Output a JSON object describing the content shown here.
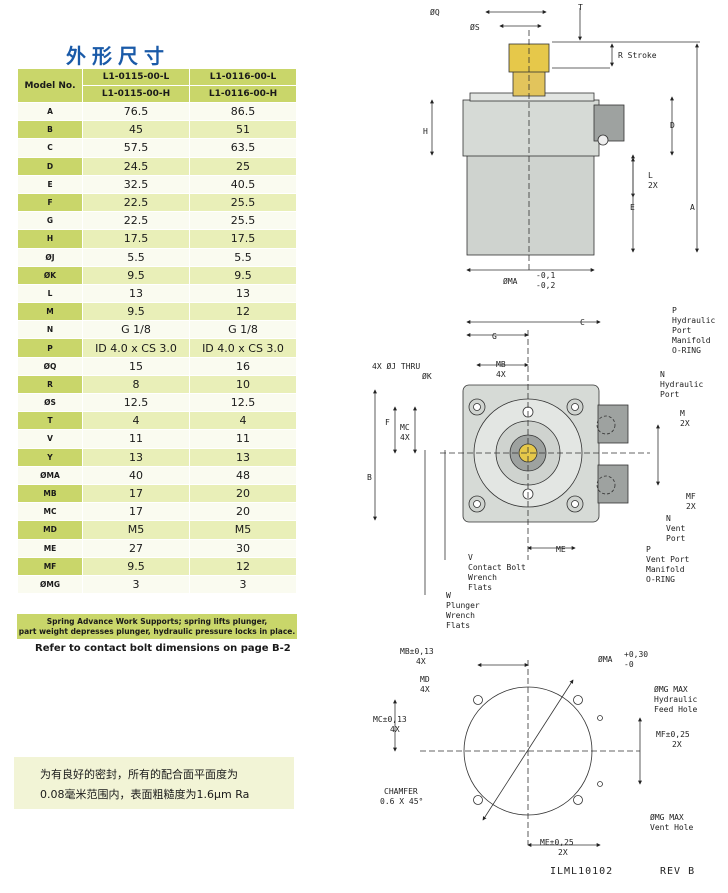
{
  "title": "外形尺寸",
  "table": {
    "model_header": "Model No.",
    "col1": [
      "L1-0115-00-L",
      "L1-0115-00-H"
    ],
    "col2": [
      "L1-0116-00-L",
      "L1-0116-00-H"
    ],
    "rows": [
      [
        "A",
        "76.5",
        "86.5"
      ],
      [
        "B",
        "45",
        "51"
      ],
      [
        "C",
        "57.5",
        "63.5"
      ],
      [
        "D",
        "24.5",
        "25"
      ],
      [
        "E",
        "32.5",
        "40.5"
      ],
      [
        "F",
        "22.5",
        "25.5"
      ],
      [
        "G",
        "22.5",
        "25.5"
      ],
      [
        "H",
        "17.5",
        "17.5"
      ],
      [
        "ØJ",
        "5.5",
        "5.5"
      ],
      [
        "ØK",
        "9.5",
        "9.5"
      ],
      [
        "L",
        "13",
        "13"
      ],
      [
        "M",
        "9.5",
        "12"
      ],
      [
        "N",
        "G 1/8",
        "G 1/8"
      ],
      [
        "P",
        "ID 4.0 x CS 3.0",
        "ID 4.0 x CS 3.0"
      ],
      [
        "ØQ",
        "15",
        "16"
      ],
      [
        "R",
        "8",
        "10"
      ],
      [
        "ØS",
        "12.5",
        "12.5"
      ],
      [
        "T",
        "4",
        "4"
      ],
      [
        "V",
        "11",
        "11"
      ],
      [
        "Y",
        "13",
        "13"
      ],
      [
        "ØMA",
        "40",
        "48"
      ],
      [
        "MB",
        "17",
        "20"
      ],
      [
        "MC",
        "17",
        "20"
      ],
      [
        "MD",
        "M5",
        "M5"
      ],
      [
        "ME",
        "27",
        "30"
      ],
      [
        "MF",
        "9.5",
        "12"
      ],
      [
        "ØMG",
        "3",
        "3"
      ]
    ],
    "note": [
      "Spring Advance Work Supports; spring lifts plunger,",
      "part weight depresses plunger, hydraulic pressure locks in place."
    ]
  },
  "refer": "Refer to contact bolt dimensions on page B-2",
  "seal_note": [
    "为有良好的密封，所有的配合面平面度为",
    "0.08毫米范围内，表面粗糙度为1.6μm Ra"
  ],
  "drawing": {
    "side": {
      "oq": "ØQ",
      "os": "ØS",
      "t": "T",
      "r_stroke": "R Stroke",
      "h": "H",
      "d": "D",
      "l": "L",
      "l2x": "2X",
      "e": "E",
      "a": "A",
      "oma": "ØMA",
      "tol_up": "-0,1",
      "tol_lo": "-0,2"
    },
    "top": {
      "g": "G",
      "c": "C",
      "p_top": [
        "P",
        "Hydraulic",
        "Port",
        "Manifold",
        "O-RING"
      ],
      "thru": [
        "4X ØJ THRU",
        "ØK"
      ],
      "mb": [
        "MB",
        "4X"
      ],
      "n_top": [
        "N",
        "Hydraulic",
        "Port"
      ],
      "f": "F",
      "mc": [
        "MC",
        "4X"
      ],
      "m": [
        "M",
        "2X"
      ],
      "b": "B",
      "mf": [
        "MF",
        "2X"
      ],
      "n_vent": [
        "N",
        "Vent",
        "Port"
      ],
      "me": "ME",
      "p_vent": [
        "P",
        "Vent Port",
        "Manifold",
        "O-RING"
      ],
      "v": [
        "V",
        "Contact Bolt",
        "Wrench",
        "Flats"
      ],
      "w": [
        "W",
        "Plunger",
        "Wrench",
        "Flats"
      ]
    },
    "mount": {
      "mb": [
        "MB±0,13",
        "4X"
      ],
      "oma": "ØMA",
      "tol_up": "+0,30",
      "tol_lo": "-0",
      "md": [
        "MD",
        "4X"
      ],
      "feed": [
        "ØMG MAX",
        "Hydraulic",
        "Feed Hole"
      ],
      "mc": [
        "MC±0,13",
        "4X"
      ],
      "mf": [
        "MF±0,25",
        "2X"
      ],
      "chamfer": [
        "CHAMFER",
        "0.6 X 45°"
      ],
      "vent": [
        "ØMG MAX",
        "Vent Hole"
      ],
      "me": [
        "ME±0,25",
        "2X"
      ]
    }
  },
  "footer": {
    "code": "ILML10102",
    "rev": "REV B"
  }
}
